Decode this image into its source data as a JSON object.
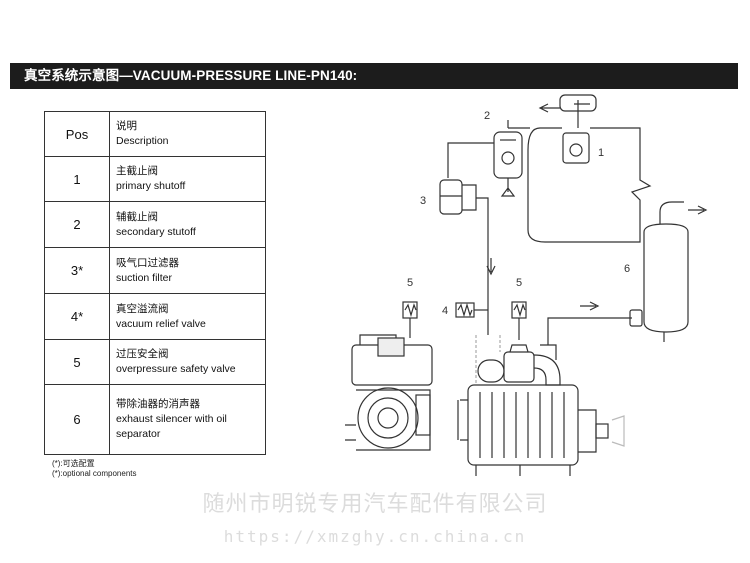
{
  "title": "真空系统示意图—VACUUM-PRESSURE LINE-PN140:",
  "table": {
    "header": {
      "pos": "Pos",
      "desc_cn": "说明",
      "desc_en": "Description"
    },
    "rows": [
      {
        "pos": "1",
        "cn": "主截止阀",
        "en": "primary shutoff"
      },
      {
        "pos": "2",
        "cn": "辅截止阀",
        "en": "secondary stutoff"
      },
      {
        "pos": "3*",
        "cn": "吸气口过滤器",
        "en": "suction filter"
      },
      {
        "pos": "4*",
        "cn": "真空溢流阀",
        "en": "vacuum relief valve"
      },
      {
        "pos": "5",
        "cn": "过压安全阀",
        "en": "overpressure safety valve"
      },
      {
        "pos": "6",
        "cn": "带除油器的消声器",
        "en": "exhaust silencer with oil separator"
      }
    ]
  },
  "notes": {
    "cn": "(*):可选配置",
    "en": "(*):optional components"
  },
  "diagram_labels": {
    "l1": "1",
    "l2": "2",
    "l3": "3",
    "l4": "4",
    "l5a": "5",
    "l5b": "5",
    "l6": "6"
  },
  "watermark": {
    "company": "随州市明锐专用汽车配件有限公司",
    "url": "https://xmzghy.cn.china.cn"
  }
}
